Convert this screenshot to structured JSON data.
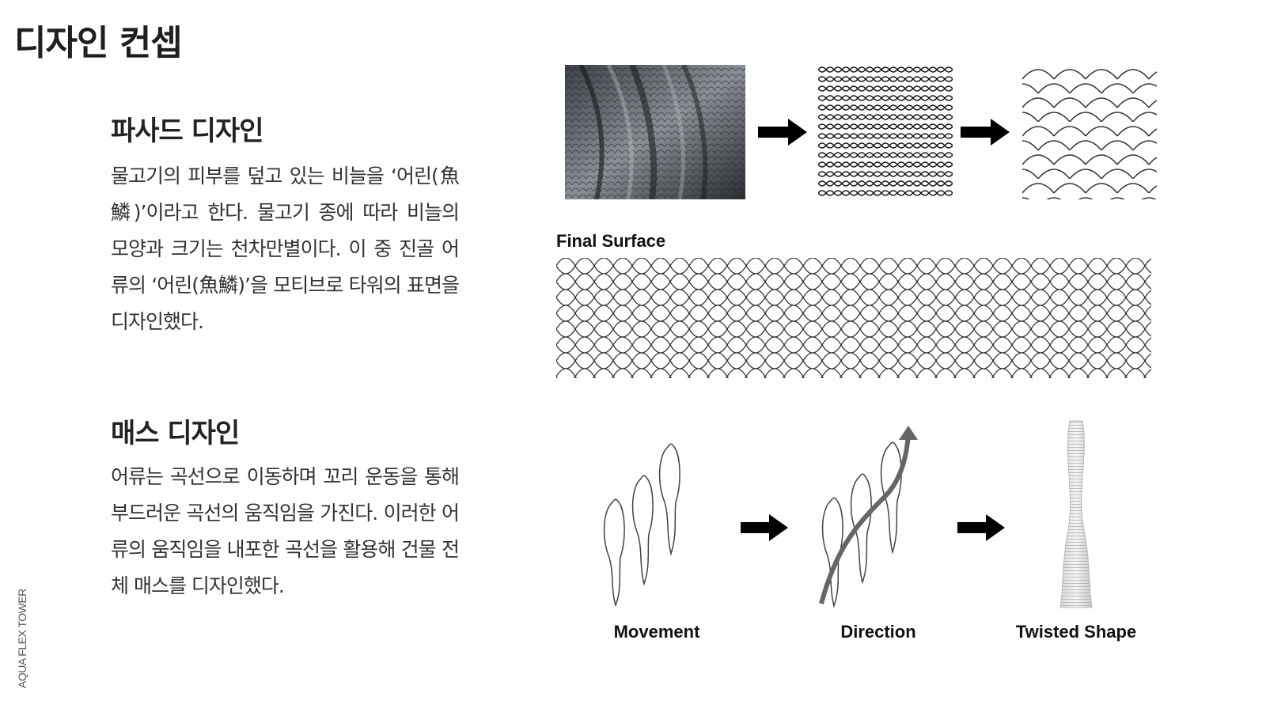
{
  "page": {
    "title": "디자인 컨셉",
    "side_label": "AQUA FLEX TOWER"
  },
  "facade": {
    "heading": "파사드 디자인",
    "body": "물고기의 피부를 덮고 있는 비늘을 ‘어린(魚鱗)’이라고 한다. 물고기 종에 따라 비늘의 모양과 크기는 천차만별이다. 이 중 진골 어류의 ‘어린(魚鱗)’을 모티브로 타워의 표면을 디자인했다.",
    "final_surface_label": "Final Surface"
  },
  "mass": {
    "heading": "매스 디자인",
    "body": "어류는 곡선으로 이동하며 꼬리 운동을 통해 부드러운 곡선의 움직임을 가진다. 이러한 어류의 움직임을 내포한 곡선을 활용해 건물 전체 매스를 디자인했다.",
    "labels": {
      "movement": "Movement",
      "direction": "Direction",
      "twisted": "Twisted Shape"
    }
  },
  "colors": {
    "text": "#222222",
    "arrow": "#000000",
    "scale_photo": "#5a5f66"
  }
}
